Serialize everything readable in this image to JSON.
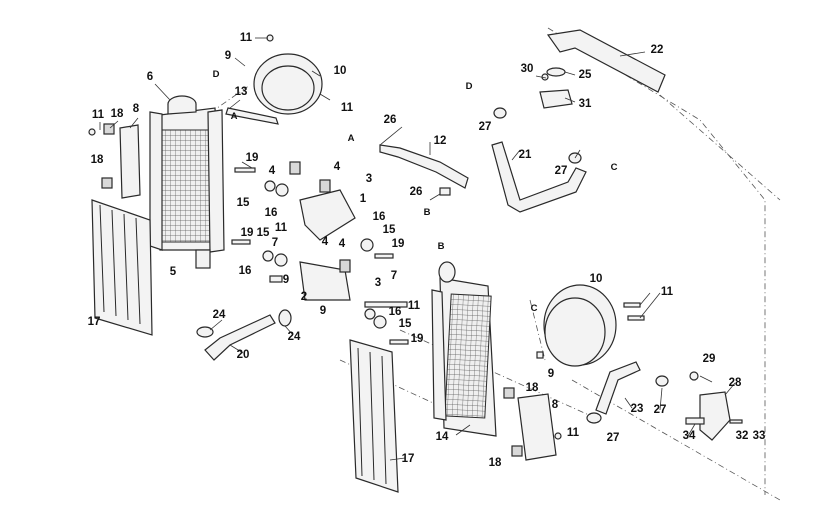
{
  "diagram": {
    "callouts": [
      {
        "id": "c-11-top",
        "text": "11"
      },
      {
        "id": "c-9-top",
        "text": "9"
      },
      {
        "id": "c-10-top",
        "text": "10"
      },
      {
        "id": "c-6",
        "text": "6"
      },
      {
        "id": "c-d-left",
        "text": "D"
      },
      {
        "id": "c-13",
        "text": "13"
      },
      {
        "id": "c-a-left",
        "text": "A"
      },
      {
        "id": "c-11-topright",
        "text": "11"
      },
      {
        "id": "c-11-left",
        "text": "11"
      },
      {
        "id": "c-18-left-top",
        "text": "18"
      },
      {
        "id": "c-8-left",
        "text": "8"
      },
      {
        "id": "c-18-left-mid",
        "text": "18"
      },
      {
        "id": "c-19-a",
        "text": "19"
      },
      {
        "id": "c-4-a",
        "text": "4"
      },
      {
        "id": "c-4-b",
        "text": "4"
      },
      {
        "id": "c-3-a",
        "text": "3"
      },
      {
        "id": "c-15-a",
        "text": "15"
      },
      {
        "id": "c-16-a",
        "text": "16"
      },
      {
        "id": "c-1",
        "text": "1"
      },
      {
        "id": "c-11-mid",
        "text": "11"
      },
      {
        "id": "c-16-b",
        "text": "16"
      },
      {
        "id": "c-15-b",
        "text": "15"
      },
      {
        "id": "c-19-b",
        "text": "19"
      },
      {
        "id": "c-19-c",
        "text": "19"
      },
      {
        "id": "c-15-c",
        "text": "15"
      },
      {
        "id": "c-7-a",
        "text": "7"
      },
      {
        "id": "c-4-c",
        "text": "4"
      },
      {
        "id": "c-4-d",
        "text": "4"
      },
      {
        "id": "c-16-c",
        "text": "16"
      },
      {
        "id": "c-9-mid",
        "text": "9"
      },
      {
        "id": "c-5",
        "text": "5"
      },
      {
        "id": "c-17-left",
        "text": "17"
      },
      {
        "id": "c-2",
        "text": "2"
      },
      {
        "id": "c-3-b",
        "text": "3"
      },
      {
        "id": "c-7-b",
        "text": "7"
      },
      {
        "id": "c-11-c",
        "text": "11"
      },
      {
        "id": "c-9-low",
        "text": "9"
      },
      {
        "id": "c-16-d",
        "text": "16"
      },
      {
        "id": "c-15-d",
        "text": "15"
      },
      {
        "id": "c-19-d",
        "text": "19"
      },
      {
        "id": "c-24-a",
        "text": "24"
      },
      {
        "id": "c-24-b",
        "text": "24"
      },
      {
        "id": "c-20",
        "text": "20"
      },
      {
        "id": "c-26-top",
        "text": "26"
      },
      {
        "id": "c-a-mid",
        "text": "A"
      },
      {
        "id": "c-12",
        "text": "12"
      },
      {
        "id": "c-26-low",
        "text": "26"
      },
      {
        "id": "c-b-mid",
        "text": "B"
      },
      {
        "id": "c-d-right",
        "text": "D"
      },
      {
        "id": "c-27-a",
        "text": "27"
      },
      {
        "id": "c-21",
        "text": "21"
      },
      {
        "id": "c-27-b",
        "text": "27"
      },
      {
        "id": "c-c-top",
        "text": "C"
      },
      {
        "id": "c-30",
        "text": "30"
      },
      {
        "id": "c-25",
        "text": "25"
      },
      {
        "id": "c-31",
        "text": "31"
      },
      {
        "id": "c-22",
        "text": "22"
      },
      {
        "id": "c-b-right",
        "text": "B"
      },
      {
        "id": "c-c-right",
        "text": "C"
      },
      {
        "id": "c-10-right",
        "text": "10"
      },
      {
        "id": "c-11-right",
        "text": "11"
      },
      {
        "id": "c-9-right",
        "text": "9"
      },
      {
        "id": "c-14",
        "text": "14"
      },
      {
        "id": "c-17-right",
        "text": "17"
      },
      {
        "id": "c-18-right-top",
        "text": "18"
      },
      {
        "id": "c-8-right",
        "text": "8"
      },
      {
        "id": "c-11-right-low",
        "text": "11"
      },
      {
        "id": "c-18-right-low",
        "text": "18"
      },
      {
        "id": "c-23",
        "text": "23"
      },
      {
        "id": "c-27-c",
        "text": "27"
      },
      {
        "id": "c-27-d",
        "text": "27"
      },
      {
        "id": "c-29",
        "text": "29"
      },
      {
        "id": "c-28",
        "text": "28"
      },
      {
        "id": "c-34",
        "text": "34"
      },
      {
        "id": "c-32",
        "text": "32"
      },
      {
        "id": "c-33",
        "text": "33"
      }
    ]
  },
  "colors": {
    "line": "#2a2a2a",
    "fill": "#f3f3f3",
    "background": "#ffffff"
  }
}
